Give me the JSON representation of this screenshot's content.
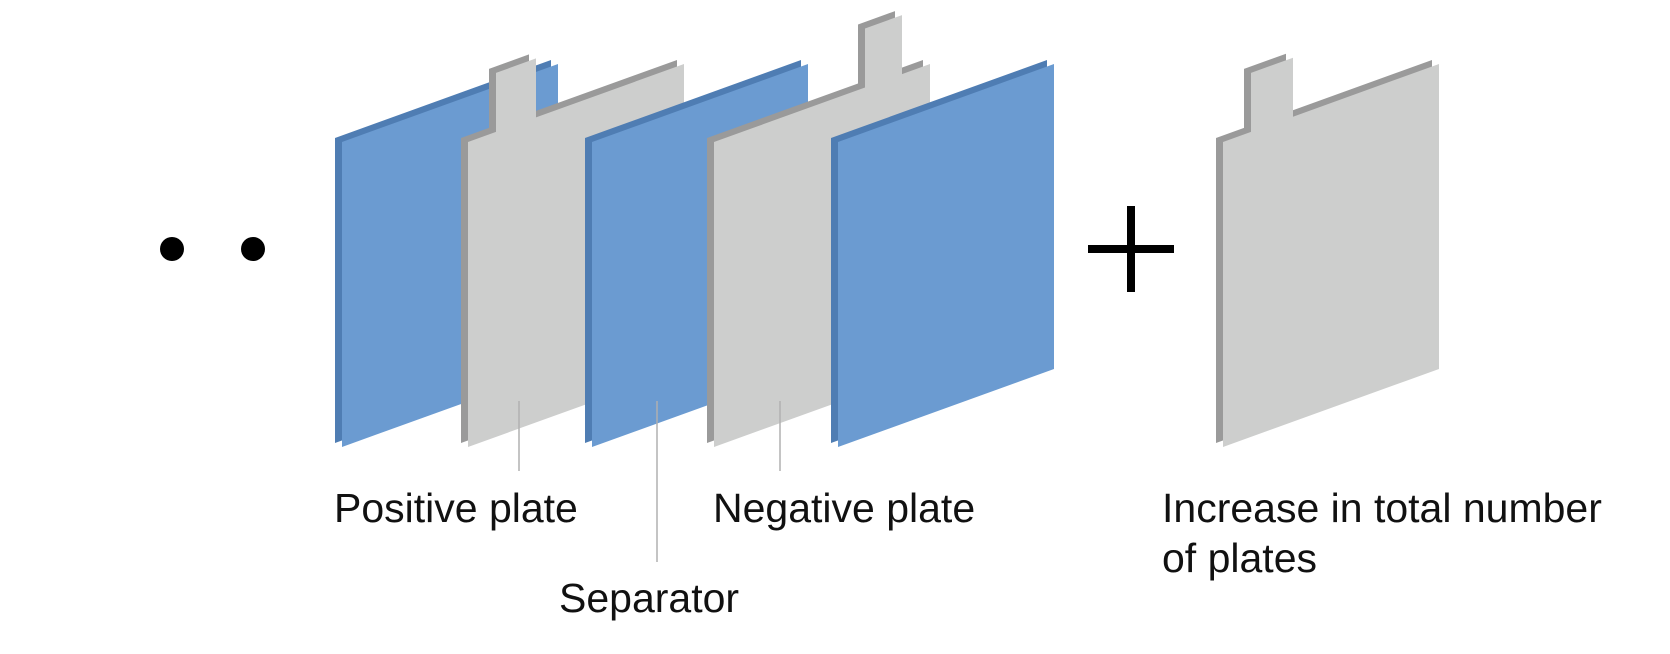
{
  "labels": {
    "positive_plate": "Positive plate",
    "negative_plate": "Negative plate",
    "separator": "Separator",
    "increase_line1": "Increase in total number",
    "increase_line2": "of plates"
  },
  "colors": {
    "separator_face": "#6b9bd1",
    "separator_edge": "#4f7db3",
    "plate_face": "#cdcecd",
    "plate_edge": "#9a9a9a",
    "leader_line": "#b0b0b0",
    "symbols": "#000000"
  }
}
